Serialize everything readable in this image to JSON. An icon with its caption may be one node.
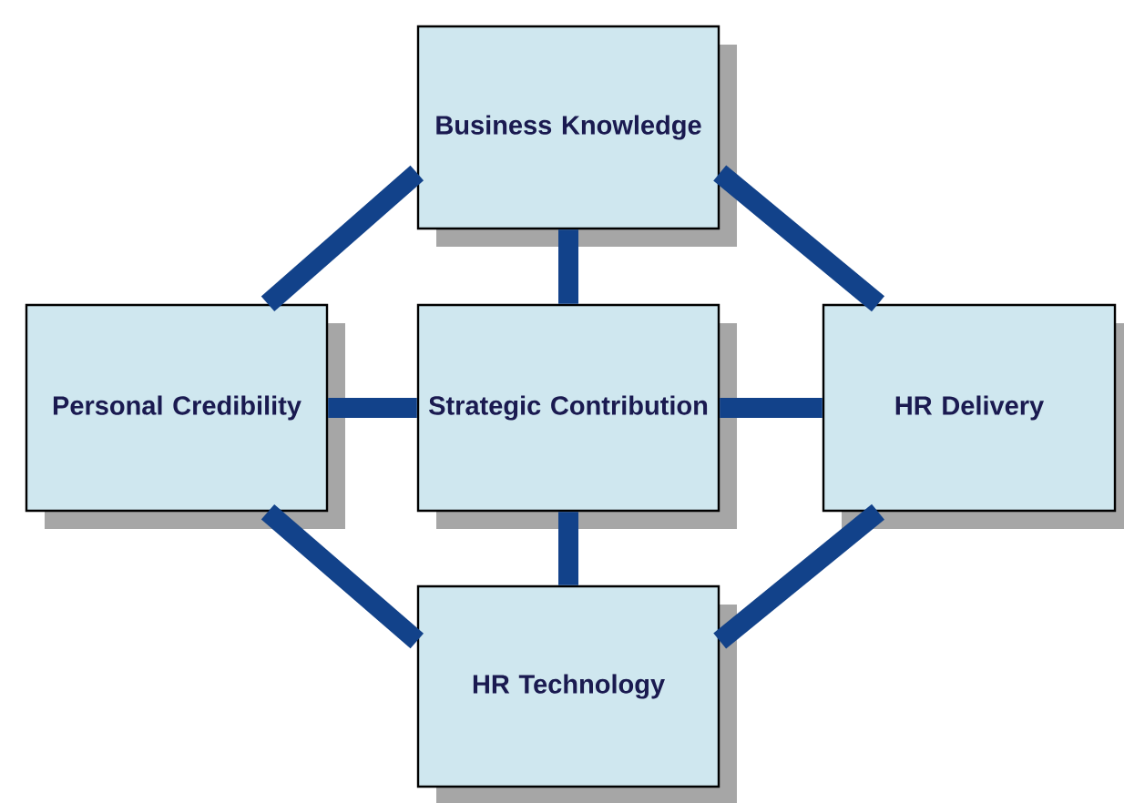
{
  "diagram": {
    "nodes": [
      {
        "text": [
          "Business Knowledge"
        ]
      },
      {
        "text": [
          "Personal Credibility"
        ]
      },
      {
        "text": [
          "Strategic Contribution"
        ]
      },
      {
        "text": [
          "HR Delivery"
        ]
      },
      {
        "text": [
          "HR Technology"
        ]
      }
    ],
    "edges": [
      {
        "from": 0,
        "to": 1,
        "arrow": "none"
      },
      {
        "from": 0,
        "to": 3,
        "arrow": "none"
      },
      {
        "from": 1,
        "to": 4,
        "arrow": "none"
      },
      {
        "from": 3,
        "to": 4,
        "arrow": "none"
      },
      {
        "from": 2,
        "to": 0,
        "arrow": "none"
      },
      {
        "from": 2,
        "to": 1,
        "arrow": "none"
      },
      {
        "from": 2,
        "to": 3,
        "arrow": "none"
      },
      {
        "from": 2,
        "to": 4,
        "arrow": "none"
      }
    ]
  }
}
